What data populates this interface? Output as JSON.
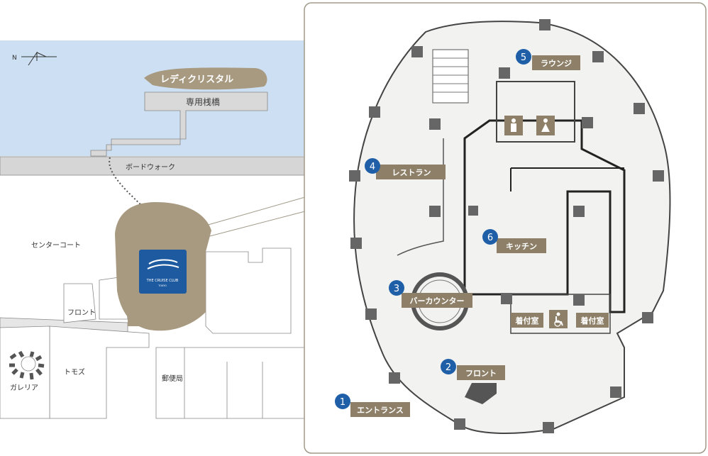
{
  "site_map": {
    "compass_label": "N",
    "ship_label": "レディクリスタル",
    "pier_label": "専用桟橋",
    "boardwalk_label": "ボードウォーク",
    "areas": {
      "center_court": "センターコート",
      "front": "フロント",
      "galleria": "ガレリア",
      "tomoz": "トモズ",
      "post_office": "郵便局"
    },
    "logo": {
      "line1": "THE CRUISE CLUB",
      "line2": "TOKYO"
    }
  },
  "floor_plan": {
    "areas": [
      {
        "number": "1",
        "label": "エントランス"
      },
      {
        "number": "2",
        "label": "フロント"
      },
      {
        "number": "3",
        "label": "バーカウンター"
      },
      {
        "number": "4",
        "label": "レストラン"
      },
      {
        "number": "5",
        "label": "ラウンジ"
      },
      {
        "number": "6",
        "label": "キッチン"
      }
    ],
    "dressing_rooms": [
      "着付室",
      "着付室"
    ]
  },
  "colors": {
    "water": "#cde0f3",
    "building_highlight": "#a89a80",
    "label_tag": "#8e8068",
    "number_badge": "#1f5fa8",
    "logo_bg": "#1e5aa0",
    "frame": "#a09a88"
  }
}
